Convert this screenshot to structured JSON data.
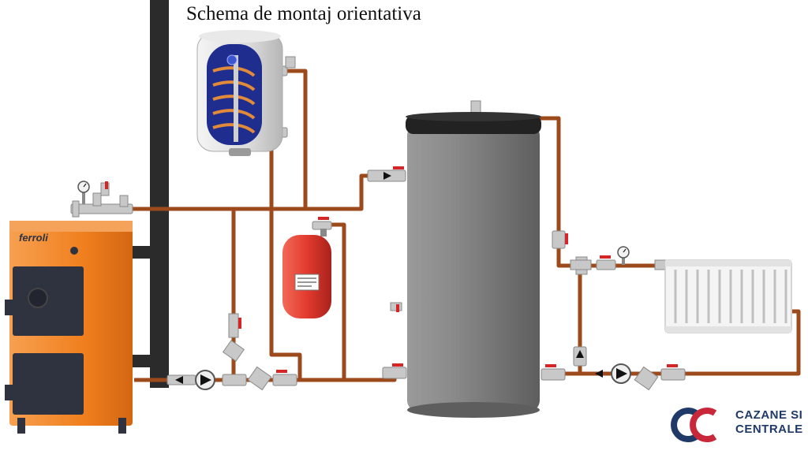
{
  "title": "Schema de montaj orientativa",
  "boiler": {
    "brand": "ferroli",
    "color": "#f07f1e"
  },
  "logo": {
    "line1": "CAZANE SI",
    "line2": "CENTRALE",
    "mark_color": "#c9273a",
    "brand_color": "#1f3a68"
  },
  "colors": {
    "pipe": "#9c4a1c",
    "fitting": "#c8c8c8",
    "valve_handle": "#d42626",
    "tank": "#7b7b7b",
    "expansion_vessel": "#e23a2e",
    "chimney": "#2b2b2b"
  }
}
